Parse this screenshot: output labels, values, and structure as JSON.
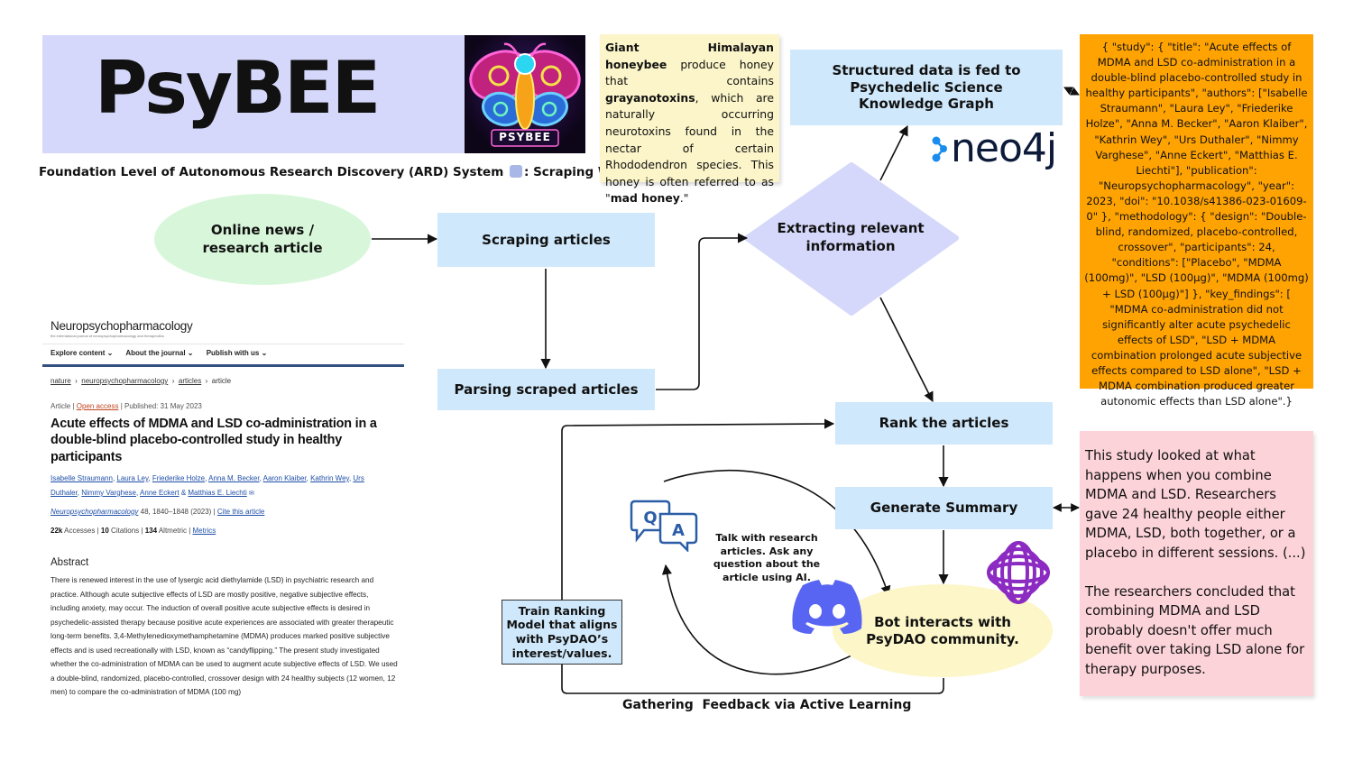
{
  "header": {
    "title": "PsyBEE",
    "logo_text": "PSYBEE",
    "subtitle_part1": "Foundation Level of Autonomous Research Discovery (ARD) System",
    "subtitle_part2": ":  Scraping Web"
  },
  "honey_note": {
    "bold1": "Giant Himalayan honeybee",
    "text1": " produce honey that contains ",
    "bold2": "grayanotoxins",
    "text2": ", which are naturally occurring neurotoxins found in the nectar of certain Rhododendron species. This honey is often referred to as \"",
    "bold3": "mad honey",
    "text3": ".\""
  },
  "nodes": {
    "online": "Online news / research article",
    "scraping": "Scraping articles",
    "parsing": "Parsing scraped articles",
    "extracting": "Extracting relevant information",
    "structured": "Structured data is fed to Psychedelic Science Knowledge Graph",
    "rank": "Rank the articles",
    "summary": "Generate Summary",
    "bot": "Bot interacts with PsyDAO community.",
    "train": "Train Ranking Model that aligns with PsyDAO’s interest/values.",
    "talk": "Talk with research articles. Ask any question about the article using AI.",
    "feedback": "Gathering  Feedback via Active Learning"
  },
  "neo4j_label": "neo4j",
  "json_note": "{ \"study\": { \"title\": \"Acute effects of MDMA and LSD co-administration in a double-blind placebo-controlled study in healthy participants\", \"authors\": [\"Isabelle Straumann\", \"Laura Ley\", \"Friederike Holze\", \"Anna M. Becker\", \"Aaron Klaiber\", \"Kathrin Wey\", \"Urs Duthaler\", \"Nimmy Varghese\", \"Anne Eckert\", \"Matthias E. Liechti\"], \"publication\": \"Neuropsychopharmacology\", \"year\": 2023, \"doi\": \"10.1038/s41386-023-01609-0\" }, \"methodology\": { \"design\": \"Double-blind, randomized, placebo-controlled, crossover\", \"participants\": 24, \"conditions\": [\"Placebo\", \"MDMA (100mg)\", \"LSD (100µg)\", \"MDMA (100mg) + LSD (100µg)\"] }, \"key_findings\": [ \"MDMA co-administration did not significantly alter acute psychedelic effects of LSD\", \"LSD + MDMA combination prolonged acute subjective effects compared to LSD alone\", \"LSD + MDMA combination produced greater autonomic effects than LSD alone\".}",
  "summary_note": {
    "p1": "This study looked at what happens when you combine MDMA and LSD. Researchers gave 24 healthy people either MDMA, LSD, both together, or a placebo in different sessions. (...)",
    "p2": "The researchers concluded that combining MDMA and LSD probably doesn't offer much benefit over taking LSD alone for therapy purposes."
  },
  "article": {
    "journal": "Neuropsychopharmacology",
    "journal_sub": "the international journal of neuropsychopharmacology and therapeutics",
    "nav": [
      "Explore content ⌄",
      "About the journal ⌄",
      "Publish with us ⌄"
    ],
    "crumbs": [
      "nature",
      "neuropsychopharmacology",
      "articles",
      "article"
    ],
    "meta_type": "Article",
    "meta_access": "Open access",
    "meta_published": "Published: 31 May 2023",
    "headline": "Acute effects of MDMA and LSD co-administration in a double-blind placebo-controlled study in healthy participants",
    "authors": [
      "Isabelle Straumann",
      "Laura Ley",
      "Friederike Holze",
      "Anna M. Becker",
      "Aaron Klaiber",
      "Kathrin Wey",
      "Urs Duthaler",
      "Nimmy Varghese",
      "Anne Eckert",
      "Matthias E. Liechti"
    ],
    "cite_journal": "Neuropsychopharmacology",
    "cite_rest": " 48, 1840–1848 (2023)",
    "cite_link": "Cite this article",
    "accesses_num": "22k",
    "accesses_label": "Accesses",
    "citations_num": "10",
    "citations_label": "Citations",
    "altmetric_num": "134",
    "altmetric_label": "Altmetric",
    "metrics_link": "Metrics",
    "abstract_heading": "Abstract",
    "abstract_text": "There is renewed interest in the use of lysergic acid diethylamide (LSD) in psychiatric research and practice. Although acute subjective effects of LSD are mostly positive, negative subjective effects, including anxiety, may occur. The induction of overall positive acute subjective effects is desired in psychedelic-assisted therapy because positive acute experiences are associated with greater therapeutic long-term benefits. 3,4-Methylenedioxymethamphetamine (MDMA) produces marked positive subjective effects and is used recreationally with LSD, known as “candyflipping.” The present study investigated whether the co-administration of MDMA can be used to augment acute subjective effects of LSD. We used a double-blind, randomized, placebo-controlled, crossover design with 24 healthy subjects (12 women, 12 men) to compare the co-administration of MDMA (100 mg)"
  },
  "colors": {
    "banner": "#d5d8fa",
    "flow_box": "#cfe8fb",
    "diamond": "#d5d8fa",
    "online_ellipse": "#d8f7da",
    "bot_ellipse": "#fcf6c8",
    "honey_note": "#fbf5c9",
    "json_note": "#ffa302",
    "summary_note": "#fcd3d9",
    "discord": "#5865f2",
    "qa_icon": "#2c5ea8",
    "knot_icon": "#8c2bc2"
  }
}
